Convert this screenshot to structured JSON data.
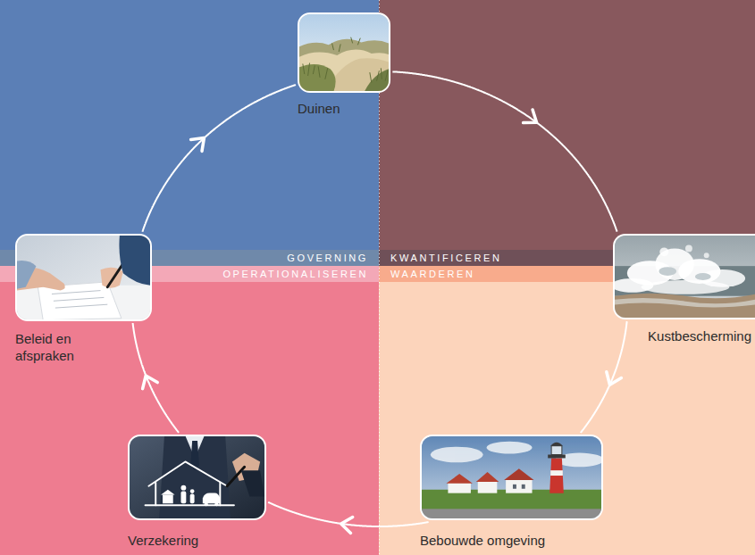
{
  "diagram": {
    "nodes": [
      {
        "text": [
          "Duinen"
        ]
      },
      {
        "text": [
          "Kustbescherming"
        ]
      },
      {
        "text": [
          "Bebouwde omgeving"
        ]
      },
      {
        "text": [
          "Verzekering"
        ]
      },
      {
        "text": [
          "Beleid en afspraken"
        ]
      }
    ],
    "edges": [
      {
        "from": 0,
        "to": 1,
        "arrow": "to"
      },
      {
        "from": 1,
        "to": 2,
        "arrow": "to"
      },
      {
        "from": 2,
        "to": 3,
        "arrow": "to"
      },
      {
        "from": 3,
        "to": 4,
        "arrow": "to"
      },
      {
        "from": 4,
        "to": 0,
        "arrow": "to"
      }
    ],
    "labels": [
      "GOVERNING",
      "KWANTIFICEREN",
      "OPERATIONALISEREN",
      "WAARDEREN"
    ]
  }
}
